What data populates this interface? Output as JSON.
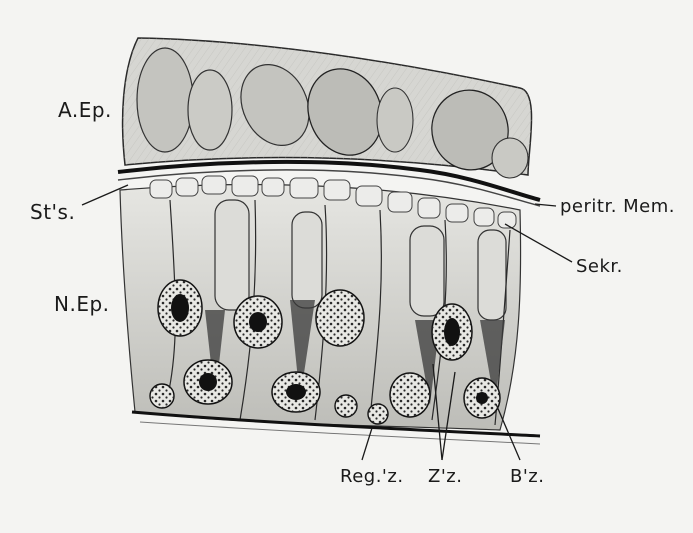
{
  "labels": {
    "a_ep": "A.Ep.",
    "st_s": "St's.",
    "n_ep": "N.Ep.",
    "peritr_mem": "peritr. Mem.",
    "sekr": "Sekr.",
    "reg_z": "Reg.'z.",
    "z_z": "Z'z.",
    "b_z": "B'z."
  },
  "colors": {
    "paper": "#f4f4f2",
    "ink": "#1a1a1a",
    "tissue_shade": "#cfcfcb",
    "epithelium_shade": "#d8d8d4"
  }
}
